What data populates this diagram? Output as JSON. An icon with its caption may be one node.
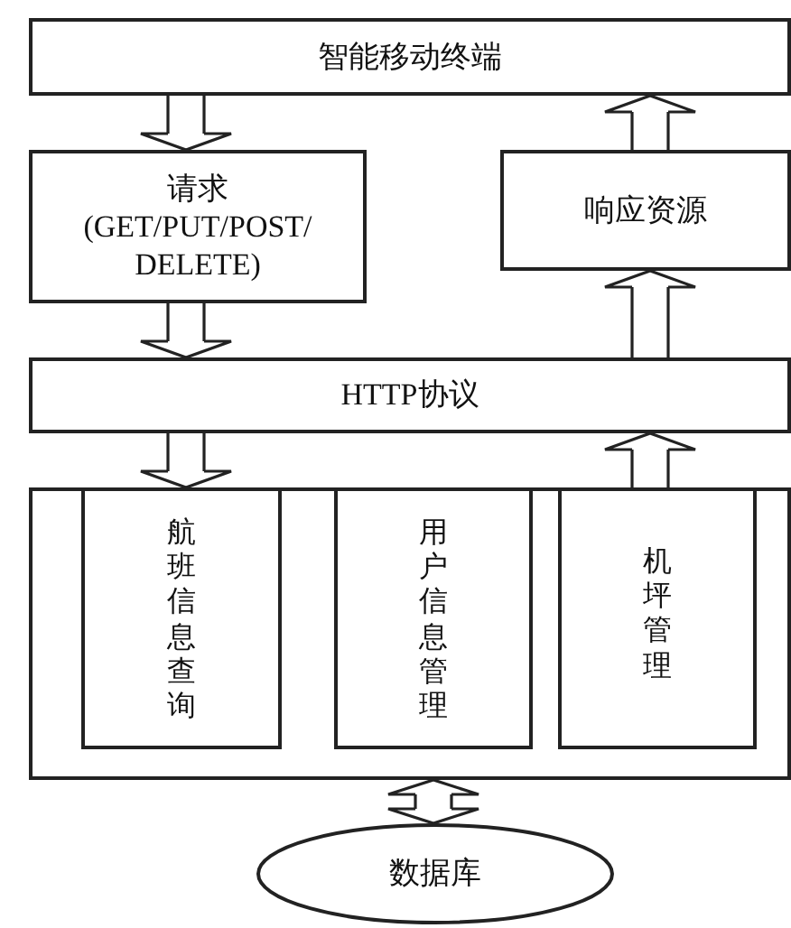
{
  "diagram": {
    "nodes": [
      {
        "text": [
          "智能移动终端"
        ]
      },
      {
        "text": [
          "请求",
          "(GET/PUT/POST/ DELETE)"
        ]
      },
      {
        "text": [
          "响应资源"
        ]
      },
      {
        "text": [
          "HTTP协议"
        ]
      },
      {
        "text": [],
        "shape": "box"
      },
      {
        "text": [
          "航班信息查询"
        ],
        "in": 4
      },
      {
        "text": [
          "用户信息管理"
        ],
        "in": 4
      },
      {
        "text": [
          "机坪管理"
        ],
        "in": 4
      },
      {
        "text": [
          "数据库"
        ]
      }
    ],
    "edges": [
      {
        "from": 0,
        "to": 1,
        "arrow": "to"
      },
      {
        "from": 1,
        "to": 3,
        "arrow": "to"
      },
      {
        "from": 3,
        "to": 2,
        "arrow": "to"
      },
      {
        "from": 2,
        "to": 0,
        "arrow": "to"
      },
      {
        "from": 3,
        "to": 5,
        "arrow": "to"
      },
      {
        "from": 7,
        "to": 3,
        "arrow": "to"
      },
      {
        "from": 8,
        "to": 4,
        "arrow": "both"
      }
    ]
  }
}
